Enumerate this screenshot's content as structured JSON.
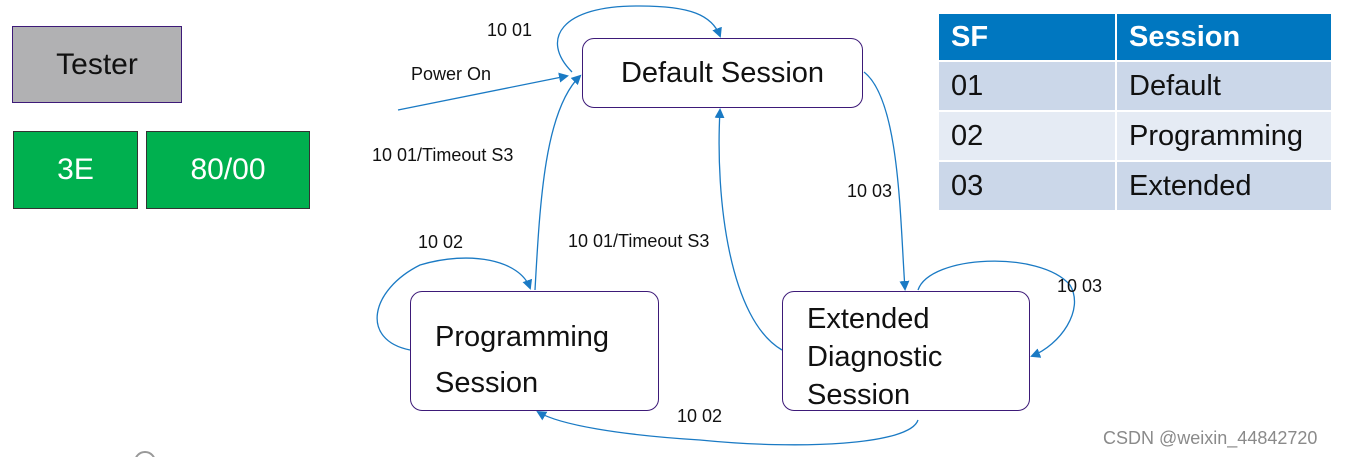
{
  "tester": {
    "label": "Tester"
  },
  "messages": [
    {
      "label": "3E"
    },
    {
      "label": "80/00"
    }
  ],
  "states": {
    "default": "Default Session",
    "programming": [
      "Programming",
      "Session"
    ],
    "extended": [
      "Extended",
      "Diagnostic",
      "Session"
    ]
  },
  "transitions": {
    "default_self": "10 01",
    "power_on": "Power On",
    "prog_to_default": "10 01/Timeout S3",
    "default_to_extended": "10 03",
    "prog_self": "10 02",
    "extended_to_default": "10 01/Timeout S3",
    "extended_self": "10 03",
    "extended_to_prog": "10 02"
  },
  "table": {
    "headers": [
      "SF",
      "Session"
    ],
    "rows": [
      [
        "01",
        "Default"
      ],
      [
        "02",
        "Programming"
      ],
      [
        "03",
        "Extended"
      ]
    ]
  },
  "watermark": "CSDN @weixin_44842720",
  "colors": {
    "arrow": "#1a7ac4",
    "header": "#0077c0",
    "green": "#00b04f",
    "border": "#3d1a78"
  }
}
